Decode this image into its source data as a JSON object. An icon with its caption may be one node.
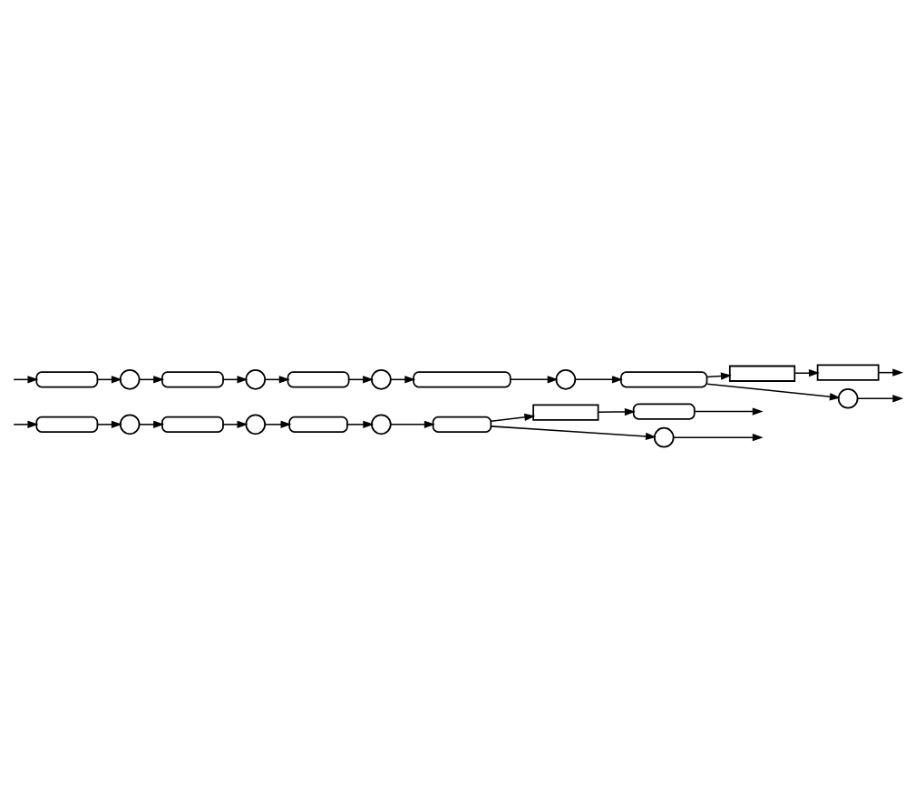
{
  "diagram": {
    "nodes": [
      {
        "text": [],
        "shape": "pill"
      },
      {
        "text": [],
        "shape": "circle"
      },
      {
        "text": [],
        "shape": "pill"
      },
      {
        "text": [],
        "shape": "circle"
      },
      {
        "text": [],
        "shape": "pill"
      },
      {
        "text": [],
        "shape": "circle"
      },
      {
        "text": [],
        "shape": "pill"
      },
      {
        "text": [],
        "shape": "circle"
      },
      {
        "text": [],
        "shape": "pill"
      },
      {
        "text": [],
        "shape": "box"
      },
      {
        "text": [],
        "shape": "box"
      },
      {
        "text": [],
        "shape": "circle"
      },
      {
        "text": [],
        "shape": "pill"
      },
      {
        "text": [],
        "shape": "circle"
      },
      {
        "text": [],
        "shape": "pill"
      },
      {
        "text": [],
        "shape": "circle"
      },
      {
        "text": [],
        "shape": "pill"
      },
      {
        "text": [],
        "shape": "circle"
      },
      {
        "text": [],
        "shape": "pill"
      },
      {
        "text": [],
        "shape": "box"
      },
      {
        "text": [],
        "shape": "pill"
      },
      {
        "text": [],
        "shape": "circle"
      }
    ],
    "edges": [
      {
        "from": null,
        "to": 0,
        "arrow": "to"
      },
      {
        "from": 0,
        "to": 1,
        "arrow": "to"
      },
      {
        "from": 1,
        "to": 2,
        "arrow": "to"
      },
      {
        "from": 2,
        "to": 3,
        "arrow": "to"
      },
      {
        "from": 3,
        "to": 4,
        "arrow": "to"
      },
      {
        "from": 4,
        "to": 5,
        "arrow": "to"
      },
      {
        "from": 5,
        "to": 6,
        "arrow": "to"
      },
      {
        "from": 6,
        "to": 7,
        "arrow": "to"
      },
      {
        "from": 7,
        "to": 8,
        "arrow": "to"
      },
      {
        "from": 8,
        "to": 9,
        "arrow": "to"
      },
      {
        "from": 8,
        "to": 11,
        "arrow": "to"
      },
      {
        "from": 9,
        "to": 10,
        "arrow": "to"
      },
      {
        "from": 10,
        "to": null,
        "arrow": "to"
      },
      {
        "from": 11,
        "to": null,
        "arrow": "to"
      },
      {
        "from": null,
        "to": 12,
        "arrow": "to"
      },
      {
        "from": 12,
        "to": 13,
        "arrow": "to"
      },
      {
        "from": 13,
        "to": 14,
        "arrow": "to"
      },
      {
        "from": 14,
        "to": 15,
        "arrow": "to"
      },
      {
        "from": 15,
        "to": 16,
        "arrow": "to"
      },
      {
        "from": 16,
        "to": 17,
        "arrow": "to"
      },
      {
        "from": 17,
        "to": 18,
        "arrow": "to"
      },
      {
        "from": 18,
        "to": 19,
        "arrow": "to"
      },
      {
        "from": 18,
        "to": 21,
        "arrow": "to"
      },
      {
        "from": 19,
        "to": 20,
        "arrow": "to"
      },
      {
        "from": 20,
        "to": null,
        "arrow": "to"
      },
      {
        "from": 21,
        "to": null,
        "arrow": "to"
      }
    ]
  }
}
